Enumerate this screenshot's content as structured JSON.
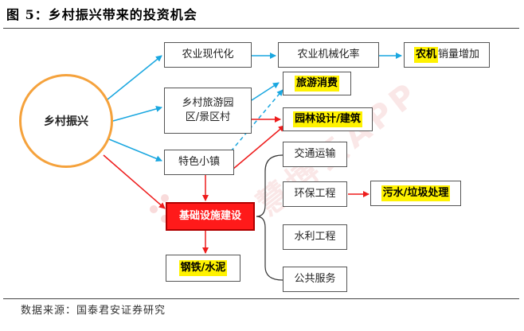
{
  "title": "图 5：乡村振兴带来的投资机会",
  "source": "数据来源：国泰君安证券研究",
  "watermark": "慧博云APP",
  "nodes": {
    "center": "乡村振兴",
    "agri_modern": "农业现代化",
    "agri_mech": "农业机械化率",
    "agri_sales_hl": "农机",
    "agri_sales_rest": "销量增加",
    "rural_tour_line1": "乡村旅游园",
    "rural_tour_line2": "区/景区村",
    "tourism": "旅游消费",
    "garden": "园林设计/建筑",
    "town": "特色小镇",
    "infra": "基础设施建设",
    "transport": "交通运输",
    "env": "环保工程",
    "sewage": "污水/垃圾处理",
    "water": "水利工程",
    "public": "公共服务",
    "steel": "钢铁/水泥"
  },
  "colors": {
    "blue_arrow": "#1aa7e0",
    "red_arrow": "#ee1c1c",
    "highlight": "#fff200",
    "circle_border": "#f5a23c"
  }
}
